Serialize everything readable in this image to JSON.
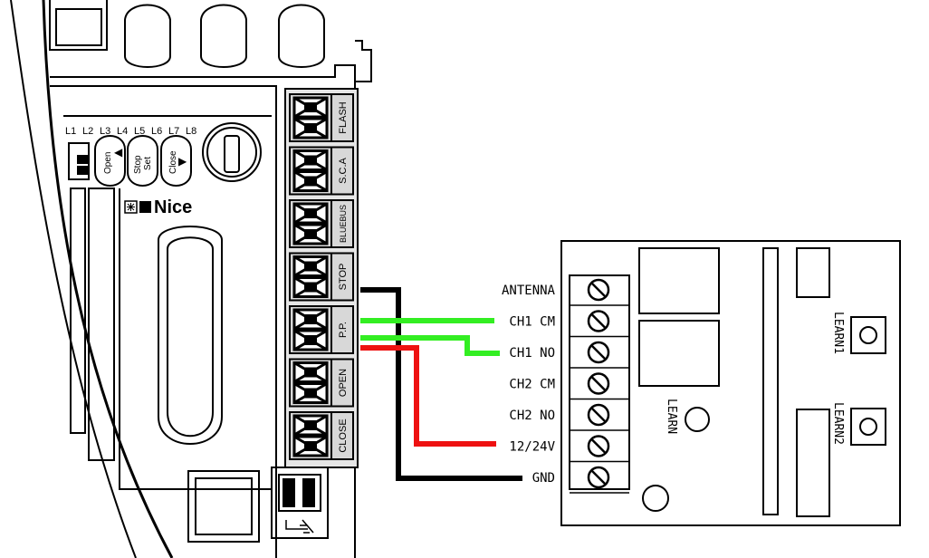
{
  "controller": {
    "led_labels": [
      "L1",
      "L2",
      "L3",
      "L4",
      "L5",
      "L6",
      "L7",
      "L8"
    ],
    "buttons": [
      {
        "label": "Open",
        "arrow": "◀"
      },
      {
        "label": "Stop Set",
        "line1": "Stop",
        "line2": "Set"
      },
      {
        "label": "Close",
        "arrow": "▶"
      }
    ],
    "brand": "Nice",
    "brand_icon": "nice-logo-icon",
    "terminal_labels": [
      "FLASH",
      "S.C.A",
      "BLUEBUS",
      "STOP",
      "P.P.",
      "OPEN",
      "CLOSE"
    ],
    "bottom_icon": "ground-symbol-icon"
  },
  "receiver": {
    "terminal_labels": [
      "ANTENNA",
      "CH1 CM",
      "CH1 NO",
      "CH2 CM",
      "CH2 NO",
      "12/24V",
      "GND"
    ],
    "learn_label": "LEARN",
    "learn1_label": "LEARN1",
    "learn2_label": "LEARN2"
  },
  "wires": [
    {
      "from": "STOP",
      "to": "GND",
      "color": "#000000"
    },
    {
      "from": "P.P.",
      "to": "CH1 CM",
      "color": "#33ee22"
    },
    {
      "from": "P.P.",
      "to": "CH1 NO",
      "color": "#33ee22"
    },
    {
      "from": "P.P.",
      "to": "12/24V",
      "color": "#ee1111"
    }
  ]
}
